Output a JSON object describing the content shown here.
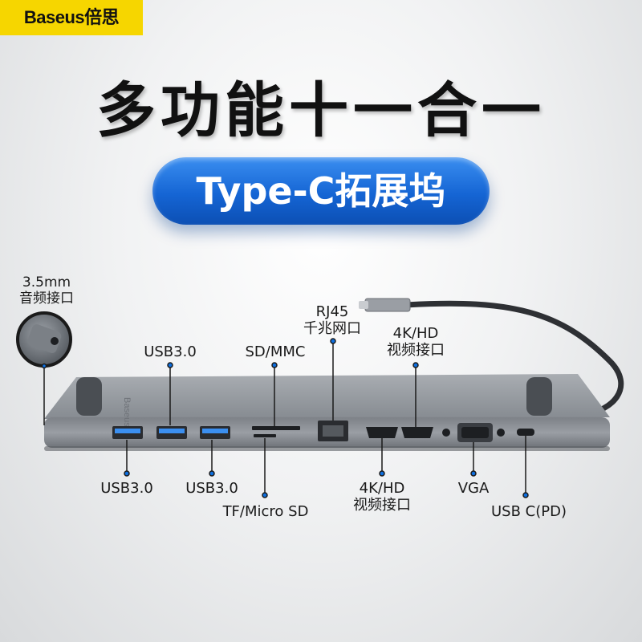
{
  "brand": {
    "logo_text": "Baseus倍思",
    "product_etch": "Baseus"
  },
  "headline": "多功能十一合一",
  "subtitle": "Type-C拓展坞",
  "colors": {
    "brand_yellow": "#f6d600",
    "pill_blue": "#1565d4",
    "hub_gray": "#8f949a",
    "port_blue": "#3b8ff0"
  },
  "labels": {
    "audio_line1": "3.5mm",
    "audio_line2": "音频接口",
    "usb_top": "USB3.0",
    "sd": "SD/MMC",
    "rj45_line1": "RJ45",
    "rj45_line2": "千兆网口",
    "hd_top_line1": "4K/HD",
    "hd_top_line2": "视频接口",
    "usb_bottom_left": "USB3.0",
    "usb_bottom_mid": "USB3.0",
    "tf": "TF/Micro SD",
    "hd_bottom_line1": "4K/HD",
    "hd_bottom_line2": "视频接口",
    "vga": "VGA",
    "usbc": "USB C(PD)"
  }
}
